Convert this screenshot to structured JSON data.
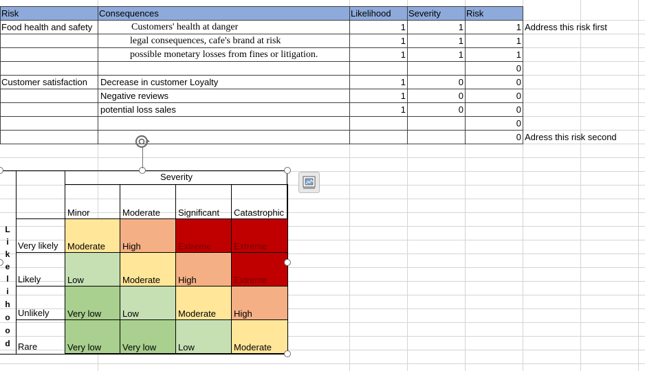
{
  "colors": {
    "header": "#8eaadb",
    "very_low": "#a9d08e",
    "low": "#c6e0b4",
    "moderate": "#ffe699",
    "high": "#f4b084",
    "extreme": "#c00000"
  },
  "headers": {
    "risk": "Risk",
    "consequences": "Consequences",
    "likelihood": "Likelihood",
    "severity": "Severity",
    "risk_score": "Risk"
  },
  "rows": [
    {
      "risk": "Food health and safety",
      "consequence": "Customers' health at danger",
      "likelihood": "1",
      "severity": "1",
      "score": "1",
      "note": "Address this risk first"
    },
    {
      "risk": "",
      "consequence": "legal consequences, cafe's brand at risk",
      "likelihood": "1",
      "severity": "1",
      "score": "1",
      "note": ""
    },
    {
      "risk": "",
      "consequence": "possible monetary losses from fines or litigation.",
      "likelihood": "1",
      "severity": "1",
      "score": "1",
      "note": ""
    },
    {
      "risk": "",
      "consequence": "",
      "likelihood": "",
      "severity": "",
      "score": "0",
      "note": ""
    },
    {
      "risk": "Customer satisfaction",
      "consequence": "Decrease in customer Loyalty",
      "likelihood": "1",
      "severity": "0",
      "score": "0",
      "note": ""
    },
    {
      "risk": "",
      "consequence": "Negative reviews",
      "likelihood": "1",
      "severity": "0",
      "score": "0",
      "note": ""
    },
    {
      "risk": "",
      "consequence": "potential loss sales",
      "likelihood": "1",
      "severity": "0",
      "score": "0",
      "note": ""
    },
    {
      "risk": "",
      "consequence": "",
      "likelihood": "",
      "severity": "",
      "score": "0",
      "note": ""
    },
    {
      "risk": "",
      "consequence": "",
      "likelihood": "",
      "severity": "",
      "score": "0",
      "note": "Adress this risk second"
    }
  ],
  "matrix": {
    "severity_title": "Severity",
    "likelihood_letters": [
      "L",
      "i",
      "k",
      "e",
      "l",
      "i",
      "h",
      "o",
      "o",
      "d"
    ],
    "columns": [
      "Minor",
      "Moderate",
      "Significant",
      "Catastrophic"
    ],
    "rows": [
      {
        "label": "Very likely",
        "cells": [
          "Moderate",
          "High",
          "Extreme",
          "Extreme"
        ]
      },
      {
        "label": "Likely",
        "cells": [
          "Low",
          "Moderate",
          "High",
          "Extreme"
        ]
      },
      {
        "label": "Unlikely",
        "cells": [
          "Very low",
          "Low",
          "Moderate",
          "High"
        ]
      },
      {
        "label": "Rare",
        "cells": [
          "Very low",
          "Very low",
          "Low",
          "Moderate"
        ]
      }
    ]
  }
}
